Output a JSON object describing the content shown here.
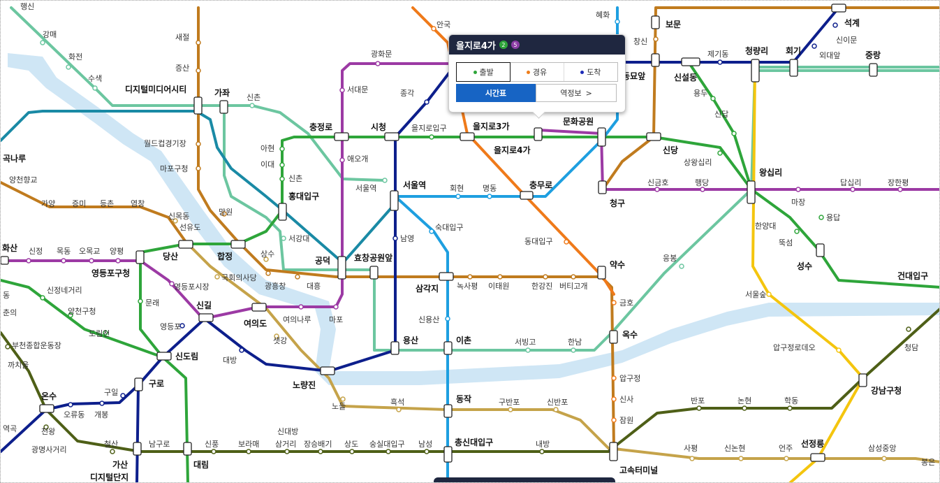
{
  "popup": {
    "station": "을지로4가",
    "lines": [
      {
        "num": "2",
        "color": "#2ea53a"
      },
      {
        "num": "5",
        "color": "#8b3da5"
      }
    ],
    "options": [
      {
        "label": "출발",
        "color": "#2ea53a"
      },
      {
        "label": "경유",
        "color": "#ee7d1a"
      },
      {
        "label": "도착",
        "color": "#1d2bb8"
      }
    ],
    "timetable": "시간표",
    "station_info": "역정보",
    "info_arrow": ">"
  },
  "colors": {
    "line1": "#0d1f8c",
    "line2": "#2ea53a",
    "line3": "#ef7a1a",
    "line4": "#1e9fe0",
    "line5": "#9c3aa4",
    "line6": "#c07b1e",
    "line7": "#4e5f17",
    "line8": "#d9378a",
    "line9": "#c5a34a",
    "airport": "#1a8aa5",
    "gyeongui": "#6cc6a0",
    "sinbundang": "#c7202d",
    "suin": "#f4c50e",
    "river": "#cfe6f5"
  },
  "stations": [
    {
      "id": "hwajeon",
      "label": "화전",
      "bold": false
    },
    {
      "id": "gangmae",
      "label": "강매",
      "bold": false
    },
    {
      "id": "haengsin",
      "label": "행신",
      "bold": false
    },
    {
      "id": "susaek",
      "label": "수색",
      "bold": false
    },
    {
      "id": "dmc",
      "label": "디지털미디어시티",
      "bold": true
    },
    {
      "id": "saejeol",
      "label": "새절",
      "bold": false
    },
    {
      "id": "jeungsan",
      "label": "증산",
      "bold": false
    },
    {
      "id": "gajwa",
      "label": "가좌",
      "bold": true
    },
    {
      "id": "sinchon_g",
      "label": "신촌",
      "bold": false
    },
    {
      "id": "worldcup",
      "label": "월드컵경기장",
      "bold": false
    },
    {
      "id": "mapogu",
      "label": "마포구청",
      "bold": false
    },
    {
      "id": "mangwon",
      "label": "망원",
      "bold": false
    },
    {
      "id": "gongnaru",
      "label": "곡나루",
      "bold": true
    },
    {
      "id": "yangcheon",
      "label": "양천향교",
      "bold": false
    },
    {
      "id": "gayang",
      "label": "가양",
      "bold": false
    },
    {
      "id": "jeungmi",
      "label": "증미",
      "bold": false
    },
    {
      "id": "deungchon",
      "label": "등촌",
      "bold": false
    },
    {
      "id": "yeomchang",
      "label": "염창",
      "bold": false
    },
    {
      "id": "ahyeon",
      "label": "아현",
      "bold": false
    },
    {
      "id": "idae",
      "label": "이대",
      "bold": false
    },
    {
      "id": "sinchon",
      "label": "신촌",
      "bold": false
    },
    {
      "id": "hongdae",
      "label": "홍대입구",
      "bold": true
    },
    {
      "id": "chungjeongno",
      "label": "충정로",
      "bold": true
    },
    {
      "id": "aeogae",
      "label": "애오개",
      "bold": false
    },
    {
      "id": "seodaemun",
      "label": "서대문",
      "bold": false
    },
    {
      "id": "gwanghwamun",
      "label": "광화문",
      "bold": false
    },
    {
      "id": "seoulyeok_g",
      "label": "서울역",
      "bold": false
    },
    {
      "id": "sicheong",
      "label": "시청",
      "bold": true
    },
    {
      "id": "jonggak",
      "label": "종각",
      "bold": false
    },
    {
      "id": "euljiro1",
      "label": "을지로입구",
      "bold": false
    },
    {
      "id": "euljiro3",
      "label": "을지로3가",
      "bold": true
    },
    {
      "id": "euljiro4",
      "label": "을지로4가",
      "bold": true
    },
    {
      "id": "dongdaemun",
      "label": "문화공원",
      "bold": true
    },
    {
      "id": "seoulyeok",
      "label": "서울역",
      "bold": true
    },
    {
      "id": "hoehyeon",
      "label": "회현",
      "bold": false
    },
    {
      "id": "myeongdong",
      "label": "명동",
      "bold": false
    },
    {
      "id": "chungmuro",
      "label": "충무로",
      "bold": true
    },
    {
      "id": "sinsol",
      "label": "신당",
      "bold": true
    },
    {
      "id": "sangwangsimni",
      "label": "상왕십리",
      "bold": false
    },
    {
      "id": "sindap",
      "label": "신답",
      "bold": false
    },
    {
      "id": "yongdu",
      "label": "용두",
      "bold": false
    },
    {
      "id": "sinseoldong",
      "label": "신설동",
      "bold": true
    },
    {
      "id": "jegidong",
      "label": "제기동",
      "bold": false
    },
    {
      "id": "cheongnyangni",
      "label": "청량리",
      "bold": true
    },
    {
      "id": "hoegi",
      "label": "회기",
      "bold": true
    },
    {
      "id": "jungnang",
      "label": "중랑",
      "bold": true
    },
    {
      "id": "seokgye",
      "label": "석계",
      "bold": true
    },
    {
      "id": "sinimun",
      "label": "신이문",
      "bold": false
    },
    {
      "id": "oedae",
      "label": "외대앞",
      "bold": false
    },
    {
      "id": "hyehwa",
      "label": "혜화",
      "bold": false
    },
    {
      "id": "anguk",
      "label": "안국",
      "bold": false
    },
    {
      "id": "changsin",
      "label": "창신",
      "bold": false
    },
    {
      "id": "bomun",
      "label": "보문",
      "bold": true
    },
    {
      "id": "dongmyo",
      "label": "동묘앞",
      "bold": true
    },
    {
      "id": "cheonggu",
      "label": "청구",
      "bold": true
    },
    {
      "id": "singeumho",
      "label": "신금호",
      "bold": false
    },
    {
      "id": "haengdang",
      "label": "행당",
      "bold": false
    },
    {
      "id": "wangsimni",
      "label": "왕십리",
      "bold": true
    },
    {
      "id": "majang",
      "label": "마장",
      "bold": false
    },
    {
      "id": "dapsimni",
      "label": "답십리",
      "bold": false
    },
    {
      "id": "janghanpyeong",
      "label": "장한평",
      "bold": false
    },
    {
      "id": "yongdap",
      "label": "용답",
      "bold": false
    },
    {
      "id": "hanyang",
      "label": "한양대",
      "bold": false
    },
    {
      "id": "ttukseom",
      "label": "뚝섬",
      "bold": false
    },
    {
      "id": "seongsu",
      "label": "성수",
      "bold": true
    },
    {
      "id": "konkuk",
      "label": "건대입구",
      "bold": true
    },
    {
      "id": "seoulsup",
      "label": "서울숲",
      "bold": false
    },
    {
      "id": "eungbong",
      "label": "응봉",
      "bold": false
    },
    {
      "id": "yaksu",
      "label": "약수",
      "bold": true
    },
    {
      "id": "dongguk",
      "label": "동대입구",
      "bold": false
    },
    {
      "id": "geumho",
      "label": "금호",
      "bold": false
    },
    {
      "id": "oksu",
      "label": "옥수",
      "bold": true
    },
    {
      "id": "apgujeong",
      "label": "압구정",
      "bold": false
    },
    {
      "id": "sinsa",
      "label": "신사",
      "bold": false
    },
    {
      "id": "jamwon",
      "label": "잠원",
      "bold": false
    },
    {
      "id": "express",
      "label": "고속터미널",
      "bold": true
    },
    {
      "id": "apgurodeo",
      "label": "압구정로데오",
      "bold": false
    },
    {
      "id": "cheongdam",
      "label": "청담",
      "bold": false
    },
    {
      "id": "gangnamgu",
      "label": "강남구청",
      "bold": true
    },
    {
      "id": "banpo",
      "label": "반포",
      "bold": false
    },
    {
      "id": "nonhyeon",
      "label": "논현",
      "bold": false
    },
    {
      "id": "hakdong",
      "label": "학동",
      "bold": false
    },
    {
      "id": "sapyeong",
      "label": "사평",
      "bold": false
    },
    {
      "id": "sinnonhyeon",
      "label": "신논현",
      "bold": false
    },
    {
      "id": "eonju",
      "label": "언주",
      "bold": false
    },
    {
      "id": "seonjeongneung",
      "label": "선정릉",
      "bold": true
    },
    {
      "id": "samseongjungang",
      "label": "삼성중앙",
      "bold": false
    },
    {
      "id": "bongeunsa",
      "label": "봉은",
      "bold": false
    },
    {
      "id": "sookmyung",
      "label": "숙대입구",
      "bold": false
    },
    {
      "id": "namyeong",
      "label": "남영",
      "bold": false
    },
    {
      "id": "hyochang",
      "label": "효창공원앞",
      "bold": true
    },
    {
      "id": "gongdeok",
      "label": "공덕",
      "bold": true
    },
    {
      "id": "seogangdae",
      "label": "서강대",
      "bold": false
    },
    {
      "id": "samgakji",
      "label": "삼각지",
      "bold": true
    },
    {
      "id": "noksapyeong",
      "label": "녹사평",
      "bold": false
    },
    {
      "id": "itaewon",
      "label": "이태원",
      "bold": false
    },
    {
      "id": "hangangjin",
      "label": "한강진",
      "bold": false
    },
    {
      "id": "beotigogae",
      "label": "버티고개",
      "bold": false
    },
    {
      "id": "sinyongsan",
      "label": "신용산",
      "bold": false
    },
    {
      "id": "yongsan",
      "label": "용산",
      "bold": true
    },
    {
      "id": "ichon",
      "label": "이촌",
      "bold": true
    },
    {
      "id": "seobinggo",
      "label": "서빙고",
      "bold": false
    },
    {
      "id": "hannam",
      "label": "한남",
      "bold": false
    },
    {
      "id": "daeheung",
      "label": "대흥",
      "bold": false
    },
    {
      "id": "gwangheungchang",
      "label": "광흥창",
      "bold": false
    },
    {
      "id": "sangsu",
      "label": "상수",
      "bold": false
    },
    {
      "id": "hapjeong",
      "label": "합정",
      "bold": true
    },
    {
      "id": "dangsan",
      "label": "당산",
      "bold": true
    },
    {
      "id": "sinmokdong",
      "label": "신목동",
      "bold": false
    },
    {
      "id": "seonyudo",
      "label": "선유도",
      "bold": false
    },
    {
      "id": "gukhoe",
      "label": "국회의사당",
      "bold": false
    },
    {
      "id": "yeouido",
      "label": "여의도",
      "bold": true
    },
    {
      "id": "yeouinaru",
      "label": "여의나루",
      "bold": false
    },
    {
      "id": "mapo",
      "label": "마포",
      "bold": false
    },
    {
      "id": "saetgang",
      "label": "샛강",
      "bold": false
    },
    {
      "id": "singil",
      "label": "신길",
      "bold": true
    },
    {
      "id": "yeongdeungpo_market",
      "label": "영등포시장",
      "bold": false
    },
    {
      "id": "yeongdeungpo_gu",
      "label": "영등포구청",
      "bold": true
    },
    {
      "id": "yeongdeungpo",
      "label": "영등포",
      "bold": false
    },
    {
      "id": "daebang",
      "label": "대방",
      "bold": false
    },
    {
      "id": "noryangjin",
      "label": "노량진",
      "bold": true
    },
    {
      "id": "mullae",
      "label": "문래",
      "bold": false
    },
    {
      "id": "sindorim",
      "label": "신도림",
      "bold": true
    },
    {
      "id": "hwagok",
      "label": "화산",
      "bold": true
    },
    {
      "id": "sinjeong",
      "label": "신정",
      "bold": false
    },
    {
      "id": "mokdong",
      "label": "목동",
      "bold": false
    },
    {
      "id": "omokgyo",
      "label": "오목교",
      "bold": false
    },
    {
      "id": "yangpyeong",
      "label": "양평",
      "bold": false
    },
    {
      "id": "sinjeongnegeori",
      "label": "신정네거리",
      "bold": false
    },
    {
      "id": "yangcheongu",
      "label": "양천구청",
      "bold": false
    },
    {
      "id": "dorimcheon",
      "label": "도림천",
      "bold": false
    },
    {
      "id": "dong",
      "label": "동",
      "bold": false
    },
    {
      "id": "chunui",
      "label": "춘의",
      "bold": false
    },
    {
      "id": "bucheon",
      "label": "부천종합운동장",
      "bold": false
    },
    {
      "id": "kkachiul",
      "label": "까치울",
      "bold": false
    },
    {
      "id": "onsu",
      "label": "온수",
      "bold": true
    },
    {
      "id": "oryudong",
      "label": "오류동",
      "bold": false
    },
    {
      "id": "gaebong",
      "label": "개봉",
      "bold": false
    },
    {
      "id": "guil",
      "label": "구일",
      "bold": false
    },
    {
      "id": "guro",
      "label": "구로",
      "bold": true
    },
    {
      "id": "cheonwang",
      "label": "천왕",
      "bold": false
    },
    {
      "id": "yeokgok",
      "label": "역곡",
      "bold": false
    },
    {
      "id": "gwangmyeong",
      "label": "광명사거리",
      "bold": false
    },
    {
      "id": "cheolsan",
      "label": "철산",
      "bold": false
    },
    {
      "id": "namguro",
      "label": "남구로",
      "bold": false
    },
    {
      "id": "gasan",
      "label": "가산",
      "bold": true
    },
    {
      "id": "gasan2",
      "label": "디지털단지",
      "bold": true
    },
    {
      "id": "daerim",
      "label": "대림",
      "bold": true
    },
    {
      "id": "sinpung",
      "label": "신풍",
      "bold": false
    },
    {
      "id": "boramae",
      "label": "보라매",
      "bold": false
    },
    {
      "id": "sindaebang",
      "label": "신대방",
      "bold": false
    },
    {
      "id": "samgeori",
      "label": "삼거리",
      "bold": false
    },
    {
      "id": "jangseungbaegi",
      "label": "장승배기",
      "bold": false
    },
    {
      "id": "sangdo",
      "label": "상도",
      "bold": false
    },
    {
      "id": "soongsil",
      "label": "숭실대입구",
      "bold": false
    },
    {
      "id": "namseong",
      "label": "남성",
      "bold": false
    },
    {
      "id": "chongsin",
      "label": "총신대입구",
      "bold": true
    },
    {
      "id": "naebang",
      "label": "내방",
      "bold": false
    },
    {
      "id": "nodeul",
      "label": "노들",
      "bold": false
    },
    {
      "id": "heukseok",
      "label": "흑석",
      "bold": false
    },
    {
      "id": "dongjak",
      "label": "동작",
      "bold": true
    },
    {
      "id": "gubanpo",
      "label": "구반포",
      "bold": false
    },
    {
      "id": "sinbanpo",
      "label": "신반포",
      "bold": false
    }
  ]
}
